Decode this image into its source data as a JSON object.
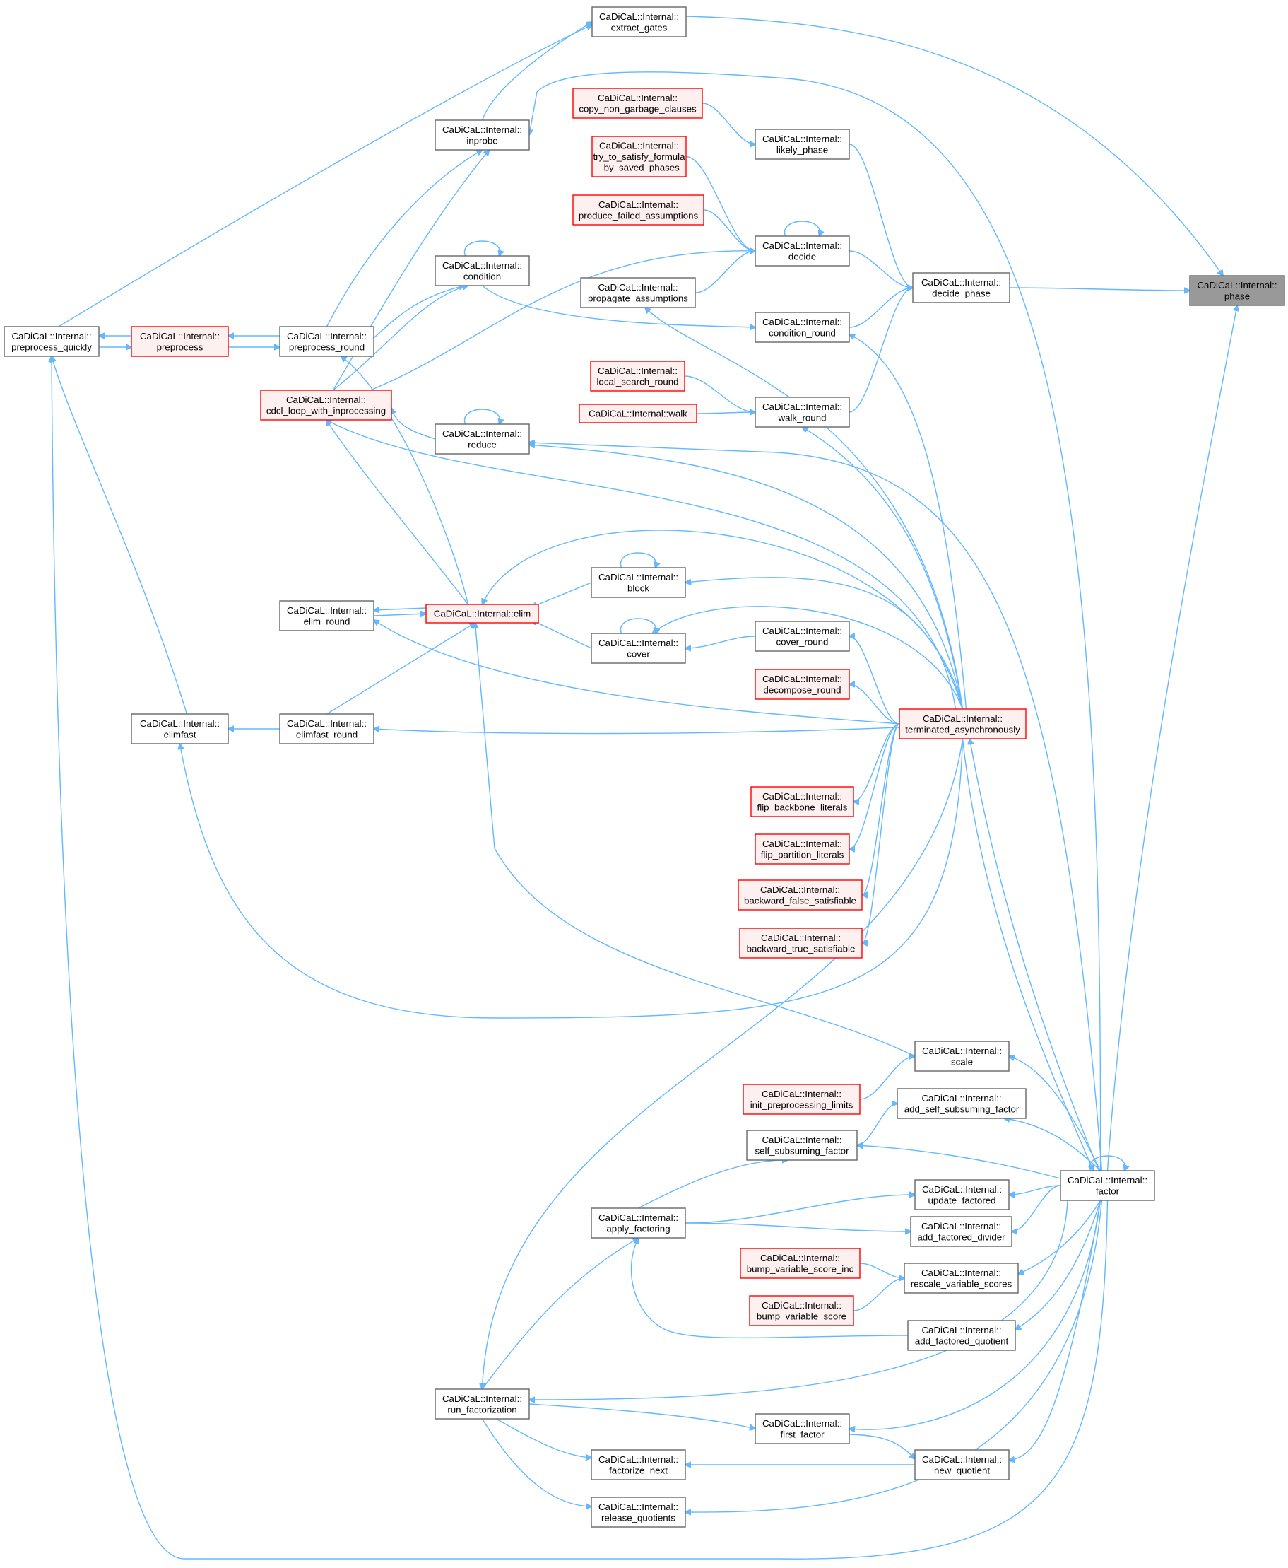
{
  "colors": {
    "edge": "#63b8ff",
    "node_border": "#666666",
    "node_fill": "#ffffff",
    "truncated_border": "#ff0000",
    "truncated_fill": "#fff0f0",
    "target_fill": "#999999"
  },
  "nodes": {
    "phase": [
      "CaDiCaL::Internal::",
      "phase"
    ],
    "extract_gates": [
      "CaDiCaL::Internal::",
      "extract_gates"
    ],
    "inprobe": [
      "CaDiCaL::Internal::",
      "inprobe"
    ],
    "copy_non_garbage_clauses": [
      "CaDiCaL::Internal::",
      "copy_non_garbage_clauses"
    ],
    "likely_phase": [
      "CaDiCaL::Internal::",
      "likely_phase"
    ],
    "try_to_satisfy": [
      "CaDiCaL::Internal::",
      "try_to_satisfy_formula",
      "_by_saved_phases"
    ],
    "produce_failed": [
      "CaDiCaL::Internal::",
      "produce_failed_assumptions"
    ],
    "decide": [
      "CaDiCaL::Internal::",
      "decide"
    ],
    "condition": [
      "CaDiCaL::Internal::",
      "condition"
    ],
    "decide_phase": [
      "CaDiCaL::Internal::",
      "decide_phase"
    ],
    "propagate_assumptions": [
      "CaDiCaL::Internal::",
      "propagate_assumptions"
    ],
    "condition_round": [
      "CaDiCaL::Internal::",
      "condition_round"
    ],
    "preprocess_quickly": [
      "CaDiCaL::Internal::",
      "preprocess_quickly"
    ],
    "preprocess": [
      "CaDiCaL::Internal::",
      "preprocess"
    ],
    "preprocess_round": [
      "CaDiCaL::Internal::",
      "preprocess_round"
    ],
    "local_search_round": [
      "CaDiCaL::Internal::",
      "local_search_round"
    ],
    "cdcl_loop": [
      "CaDiCaL::Internal::",
      "cdcl_loop_with_inprocessing"
    ],
    "walk": [
      "CaDiCaL::Internal::walk"
    ],
    "walk_round": [
      "CaDiCaL::Internal::",
      "walk_round"
    ],
    "reduce": [
      "CaDiCaL::Internal::",
      "reduce"
    ],
    "block": [
      "CaDiCaL::Internal::",
      "block"
    ],
    "elim_round": [
      "CaDiCaL::Internal::",
      "elim_round"
    ],
    "elim": [
      "CaDiCaL::Internal::elim"
    ],
    "cover": [
      "CaDiCaL::Internal::",
      "cover"
    ],
    "cover_round": [
      "CaDiCaL::Internal::",
      "cover_round"
    ],
    "decompose_round": [
      "CaDiCaL::Internal::",
      "decompose_round"
    ],
    "elimfast": [
      "CaDiCaL::Internal::",
      "elimfast"
    ],
    "elimfast_round": [
      "CaDiCaL::Internal::",
      "elimfast_round"
    ],
    "terminated": [
      "CaDiCaL::Internal::",
      "terminated_asynchronously"
    ],
    "flip_backbone": [
      "CaDiCaL::Internal::",
      "flip_backbone_literals"
    ],
    "flip_partition": [
      "CaDiCaL::Internal::",
      "flip_partition_literals"
    ],
    "backward_false": [
      "CaDiCaL::Internal::",
      "backward_false_satisfiable"
    ],
    "backward_true": [
      "CaDiCaL::Internal::",
      "backward_true_satisfiable"
    ],
    "scale": [
      "CaDiCaL::Internal::",
      "scale"
    ],
    "init_preprocessing_limits": [
      "CaDiCaL::Internal::",
      "init_preprocessing_limits"
    ],
    "add_self_subsuming_factor": [
      "CaDiCaL::Internal::",
      "add_self_subsuming_factor"
    ],
    "self_subsuming_factor": [
      "CaDiCaL::Internal::",
      "self_subsuming_factor"
    ],
    "factor": [
      "CaDiCaL::Internal::",
      "factor"
    ],
    "update_factored": [
      "CaDiCaL::Internal::",
      "update_factored"
    ],
    "apply_factoring": [
      "CaDiCaL::Internal::",
      "apply_factoring"
    ],
    "add_factored_divider": [
      "CaDiCaL::Internal::",
      "add_factored_divider"
    ],
    "bump_variable_score_inc": [
      "CaDiCaL::Internal::",
      "bump_variable_score_inc"
    ],
    "rescale_variable_scores": [
      "CaDiCaL::Internal::",
      "rescale_variable_scores"
    ],
    "bump_variable_score": [
      "CaDiCaL::Internal::",
      "bump_variable_score"
    ],
    "add_factored_quotient": [
      "CaDiCaL::Internal::",
      "add_factored_quotient"
    ],
    "run_factorization": [
      "CaDiCaL::Internal::",
      "run_factorization"
    ],
    "first_factor": [
      "CaDiCaL::Internal::",
      "first_factor"
    ],
    "factorize_next": [
      "CaDiCaL::Internal::",
      "factorize_next"
    ],
    "new_quotient": [
      "CaDiCaL::Internal::",
      "new_quotient"
    ],
    "release_quotients": [
      "CaDiCaL::Internal::",
      "release_quotients"
    ]
  },
  "edges": [
    [
      "extract_gates",
      "phase"
    ],
    [
      "inprobe",
      "extract_gates"
    ],
    [
      "preprocess_quickly",
      "extract_gates"
    ],
    [
      "likely_phase",
      "decide_phase"
    ],
    [
      "copy_non_garbage_clauses",
      "likely_phase"
    ],
    [
      "decide",
      "decide_phase"
    ],
    [
      "decide",
      "decide"
    ],
    [
      "try_to_satisfy",
      "decide"
    ],
    [
      "produce_failed",
      "decide"
    ],
    [
      "propagate_assumptions",
      "decide"
    ],
    [
      "cdcl_loop",
      "decide"
    ],
    [
      "decide_phase",
      "phase"
    ],
    [
      "condition_round",
      "decide_phase"
    ],
    [
      "walk_round",
      "decide_phase"
    ],
    [
      "condition",
      "condition"
    ],
    [
      "condition",
      "condition_round"
    ],
    [
      "preprocess_round",
      "condition"
    ],
    [
      "cdcl_loop",
      "condition"
    ],
    [
      "preprocess_round",
      "inprobe"
    ],
    [
      "cdcl_loop",
      "inprobe"
    ],
    [
      "preprocess",
      "preprocess_quickly"
    ],
    [
      "preprocess_quickly",
      "preprocess"
    ],
    [
      "preprocess",
      "preprocess_round"
    ],
    [
      "preprocess_round",
      "preprocess"
    ],
    [
      "local_search_round",
      "walk_round"
    ],
    [
      "walk",
      "walk_round"
    ],
    [
      "reduce",
      "reduce"
    ],
    [
      "reduce",
      "cdcl_loop"
    ],
    [
      "block",
      "block"
    ],
    [
      "block",
      "elim"
    ],
    [
      "elim",
      "preprocess_round"
    ],
    [
      "elim",
      "cdcl_loop"
    ],
    [
      "elim",
      "elim_round"
    ],
    [
      "elim_round",
      "elim"
    ],
    [
      "elimfast_round",
      "elim"
    ],
    [
      "cover",
      "cover"
    ],
    [
      "cover",
      "elim"
    ],
    [
      "cover_round",
      "cover"
    ],
    [
      "elimfast_round",
      "elimfast"
    ],
    [
      "elimfast",
      "preprocess_quickly"
    ],
    [
      "terminated",
      "condition_round"
    ],
    [
      "terminated",
      "walk_round"
    ],
    [
      "terminated",
      "propagate_assumptions"
    ],
    [
      "terminated",
      "cdcl_loop"
    ],
    [
      "terminated",
      "reduce"
    ],
    [
      "terminated",
      "block"
    ],
    [
      "terminated",
      "elim"
    ],
    [
      "terminated",
      "cover"
    ],
    [
      "terminated",
      "cover_round"
    ],
    [
      "terminated",
      "decompose_round"
    ],
    [
      "terminated",
      "elim_round"
    ],
    [
      "terminated",
      "elimfast_round"
    ],
    [
      "terminated",
      "elimfast"
    ],
    [
      "terminated",
      "flip_backbone"
    ],
    [
      "terminated",
      "flip_partition"
    ],
    [
      "terminated",
      "backward_false"
    ],
    [
      "terminated",
      "backward_true"
    ],
    [
      "terminated",
      "run_factorization"
    ],
    [
      "terminated",
      "factor"
    ],
    [
      "factor",
      "terminated"
    ],
    [
      "factor",
      "phase"
    ],
    [
      "factor",
      "inprobe"
    ],
    [
      "factor",
      "reduce"
    ],
    [
      "factor",
      "factor"
    ],
    [
      "factor",
      "scale"
    ],
    [
      "factor",
      "add_self_subsuming_factor"
    ],
    [
      "factor",
      "self_subsuming_factor"
    ],
    [
      "factor",
      "update_factored"
    ],
    [
      "factor",
      "add_factored_divider"
    ],
    [
      "factor",
      "rescale_variable_scores"
    ],
    [
      "factor",
      "add_factored_quotient"
    ],
    [
      "factor",
      "run_factorization"
    ],
    [
      "factor",
      "first_factor"
    ],
    [
      "factor",
      "new_quotient"
    ],
    [
      "factor",
      "release_quotients"
    ],
    [
      "factor",
      "preprocess_quickly"
    ],
    [
      "scale",
      "elim"
    ],
    [
      "init_preprocessing_limits",
      "scale"
    ],
    [
      "self_subsuming_factor",
      "add_self_subsuming_factor"
    ],
    [
      "apply_factoring",
      "self_subsuming_factor"
    ],
    [
      "apply_factoring",
      "update_factored"
    ],
    [
      "apply_factoring",
      "add_factored_divider"
    ],
    [
      "add_factored_quotient",
      "apply_factoring"
    ],
    [
      "bump_variable_score_inc",
      "rescale_variable_scores"
    ],
    [
      "bump_variable_score",
      "rescale_variable_scores"
    ],
    [
      "run_factorization",
      "apply_factoring"
    ],
    [
      "run_factorization",
      "first_factor"
    ],
    [
      "run_factorization",
      "factorize_next"
    ],
    [
      "run_factorization",
      "release_quotients"
    ],
    [
      "first_factor",
      "new_quotient"
    ],
    [
      "new_quotient",
      "factorize_next"
    ]
  ]
}
